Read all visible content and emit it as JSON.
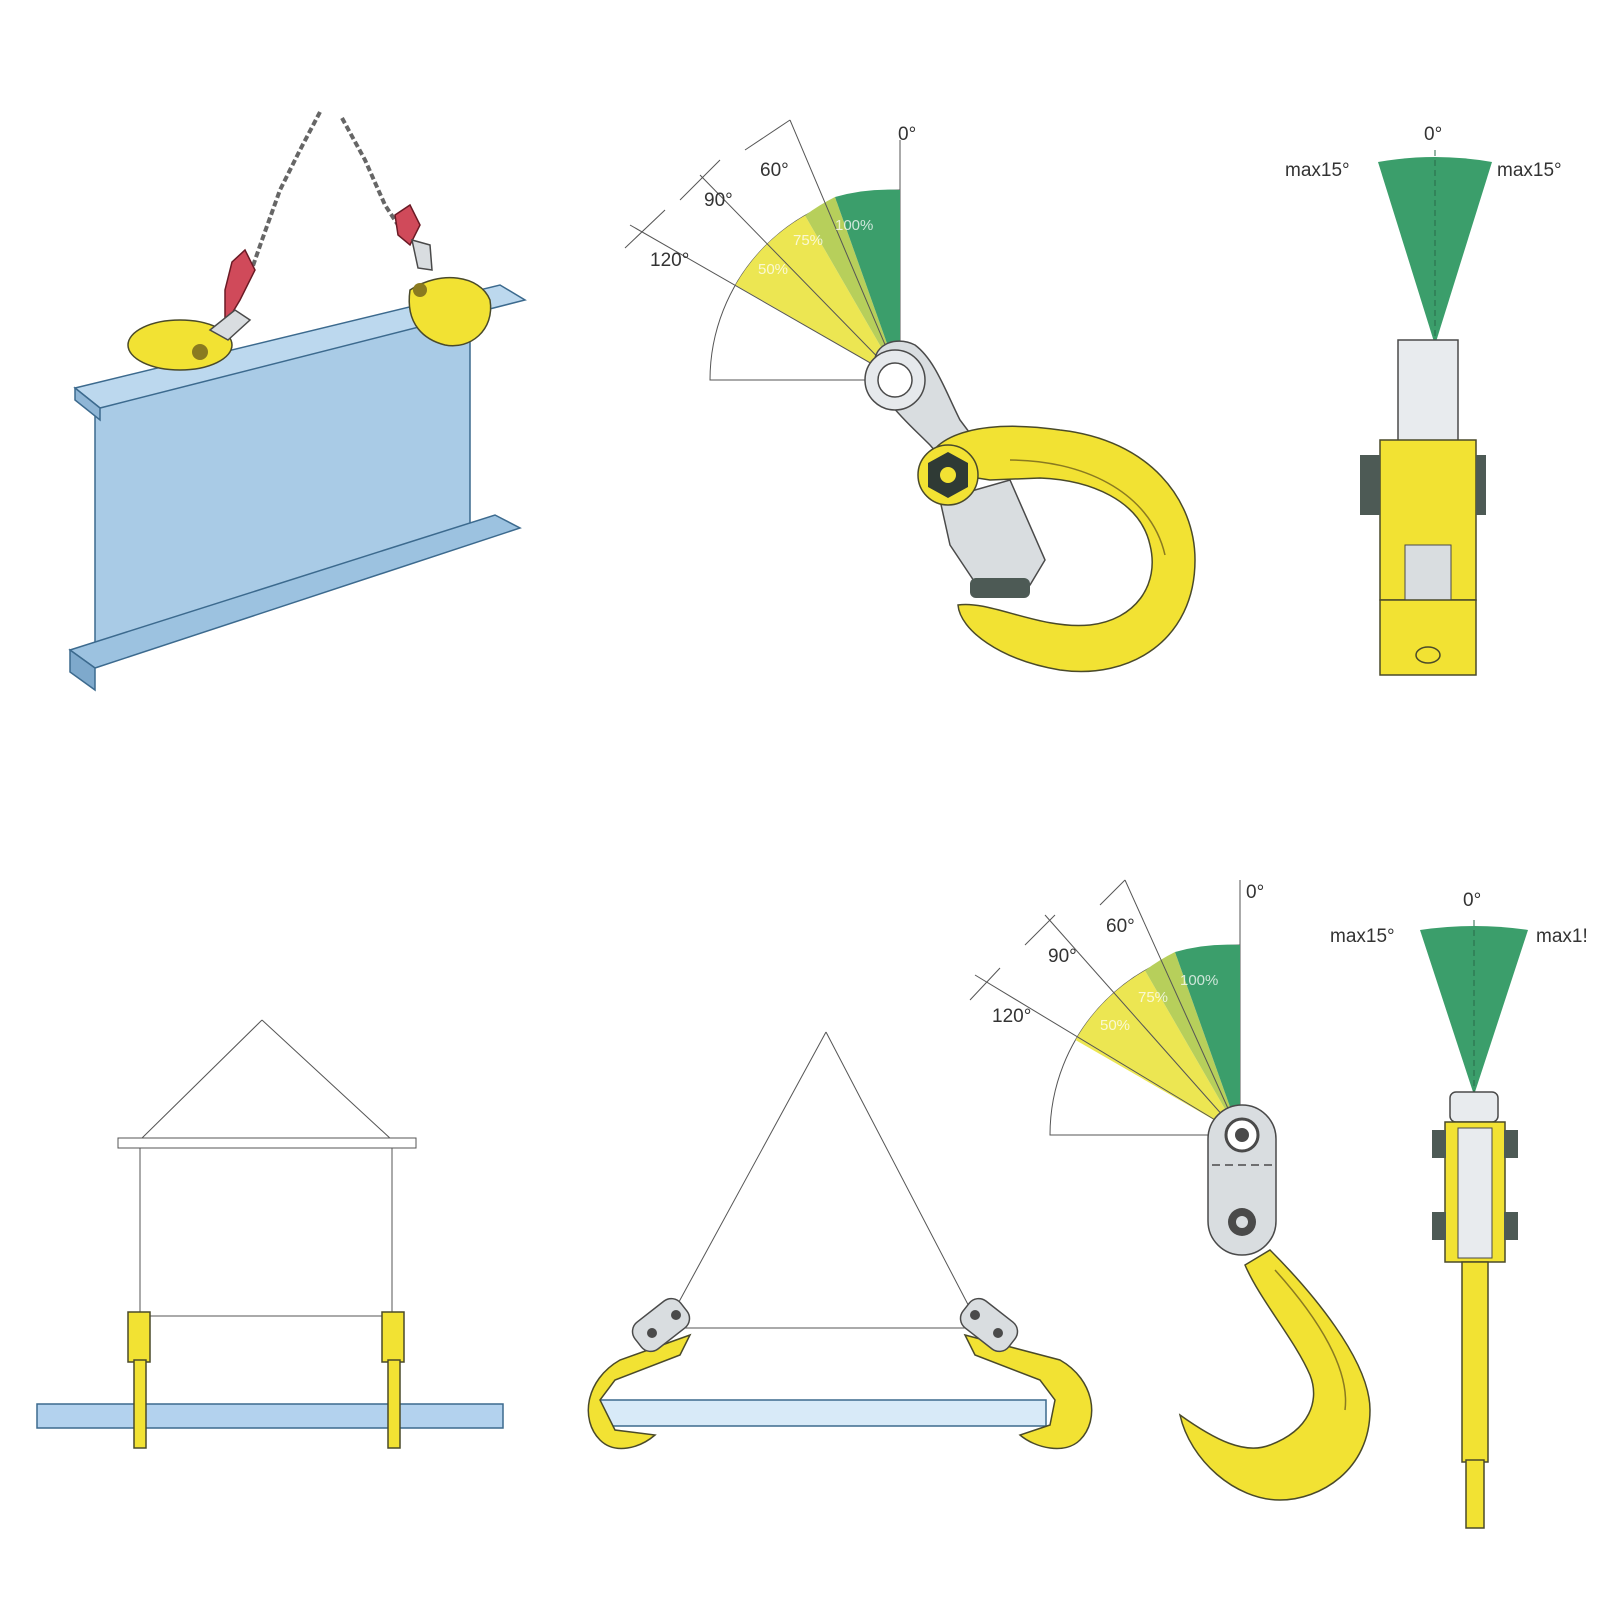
{
  "colors": {
    "green_sector": "#3b9e6b",
    "mid_sector": "#b7cf5b",
    "yellow_sector": "#ece652",
    "clamp_yellow": "#f2e233",
    "beam_blue": "#a9cbe6",
    "steel_grey": "#d9dde0"
  },
  "top_row": {
    "angle_fan": {
      "zero_label": "0°",
      "angle_60": "60°",
      "angle_90": "90°",
      "angle_120": "120°",
      "pct_100": "100%",
      "pct_75": "75%",
      "pct_50": "50%"
    },
    "side_view": {
      "zero_label": "0°",
      "max_left": "max15°",
      "max_right": "max15°"
    }
  },
  "bottom_row": {
    "angle_fan": {
      "zero_label": "0°",
      "angle_60": "60°",
      "angle_90": "90°",
      "angle_120": "120°",
      "pct_100": "100%",
      "pct_75": "75%",
      "pct_50": "50%"
    },
    "side_view": {
      "zero_label": "0°",
      "max_left": "max15°",
      "max_right": "max1!"
    }
  }
}
